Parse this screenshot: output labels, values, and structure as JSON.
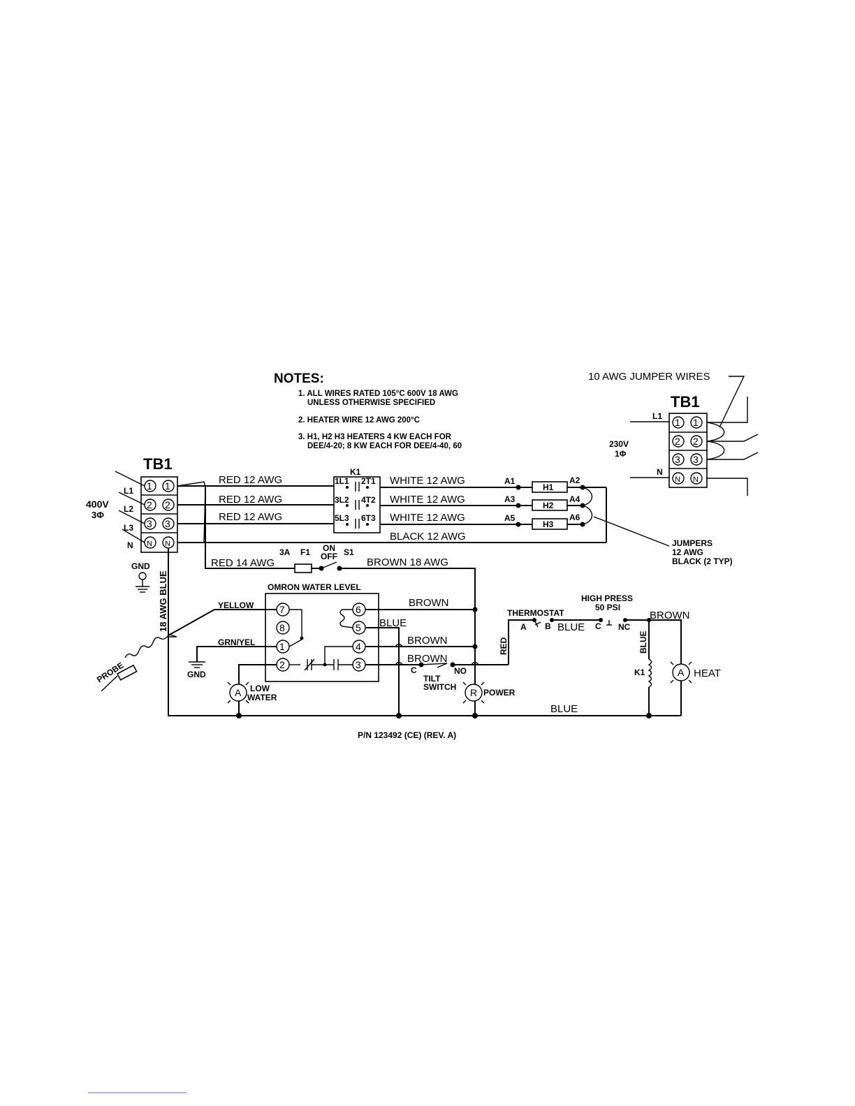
{
  "notes": {
    "title": "NOTES:",
    "items": [
      "1. ALL WIRES RATED 105°C 600V 18 AWG",
      "UNLESS OTHERWISE SPECIFIED",
      "2. HEATER WIRE 12 AWG 200°C",
      "3. H1, H2 H3 HEATERS 4 KW EACH FOR",
      "DEE/4-20; 8 KW EACH FOR DEE/4-40, 60"
    ]
  },
  "tb1_right": {
    "jumper_label": "10 AWG JUMPER WIRES",
    "title": "TB1",
    "l1": "L1",
    "voltage": "230V",
    "phase": "1Φ",
    "n": "N",
    "terminals": [
      "1",
      "2",
      "3",
      "N"
    ]
  },
  "tb1_left": {
    "title": "TB1",
    "voltage": "400V",
    "phase": "3Φ",
    "lines": [
      "L1",
      "L2",
      "L3",
      "N"
    ],
    "terminals": [
      "1",
      "2",
      "3",
      "N"
    ],
    "gnd": "GND",
    "blue_wire": "18 AWG BLUE",
    "probe": "PROBE"
  },
  "wires": {
    "red1": "RED  12 AWG",
    "red2": "RED  12 AWG",
    "red3": "RED  12 AWG",
    "white1": "WHITE  12 AWG",
    "white2": "WHITE  12 AWG",
    "white3": "WHITE  12 AWG",
    "black": "BLACK  12 AWG",
    "red14": "RED 14 AWG",
    "brown18": "BROWN  18 AWG",
    "brown1": "BROWN",
    "blue1": "BLUE",
    "brown2": "BROWN",
    "brown3": "BROWN",
    "red_v": "RED",
    "blue_th": "BLUE",
    "brown_r": "BROWN",
    "blue_v": "BLUE",
    "blue_bottom": "BLUE",
    "yellow": "YELLOW",
    "grn_yel": "GRN/YEL",
    "gnd2": "GND"
  },
  "contactor": {
    "name": "K1",
    "pins": [
      "1L1",
      "2T1",
      "3L2",
      "4T2",
      "5L3",
      "6T3"
    ]
  },
  "heaters": {
    "names": [
      "H1",
      "H2",
      "H3"
    ],
    "terminals": [
      "A1",
      "A2",
      "A3",
      "A4",
      "A5",
      "A6"
    ]
  },
  "jumpers": {
    "line1": "JUMPERS",
    "line2": "12 AWG",
    "line3": "BLACK (2 TYP)"
  },
  "switch": {
    "fuse_rating": "3A",
    "fuse": "F1",
    "on": "ON",
    "off": "OFF",
    "name": "S1"
  },
  "omron": {
    "title": "OMRON WATER LEVEL",
    "pins": [
      "7",
      "8",
      "1",
      "2",
      "6",
      "5",
      "4",
      "3"
    ]
  },
  "controls": {
    "high_press": "HIGH PRESS",
    "psi": "50 PSI",
    "thermostat": "THERMOSTAT",
    "a": "A",
    "b": "B",
    "c": "C",
    "nc": "NC",
    "k1": "K1",
    "tilt_c": "C",
    "tilt_no": "NO",
    "tilt1": "TILT",
    "tilt2": "SWITCH"
  },
  "lamps": {
    "low_water_sym": "A",
    "low_water_1": "LOW",
    "low_water_2": "WATER",
    "power_sym": "R",
    "power": "POWER",
    "heat_sym": "A",
    "heat": "HEAT"
  },
  "part_number": "P/N 123492 (CE) (REV.  A)"
}
